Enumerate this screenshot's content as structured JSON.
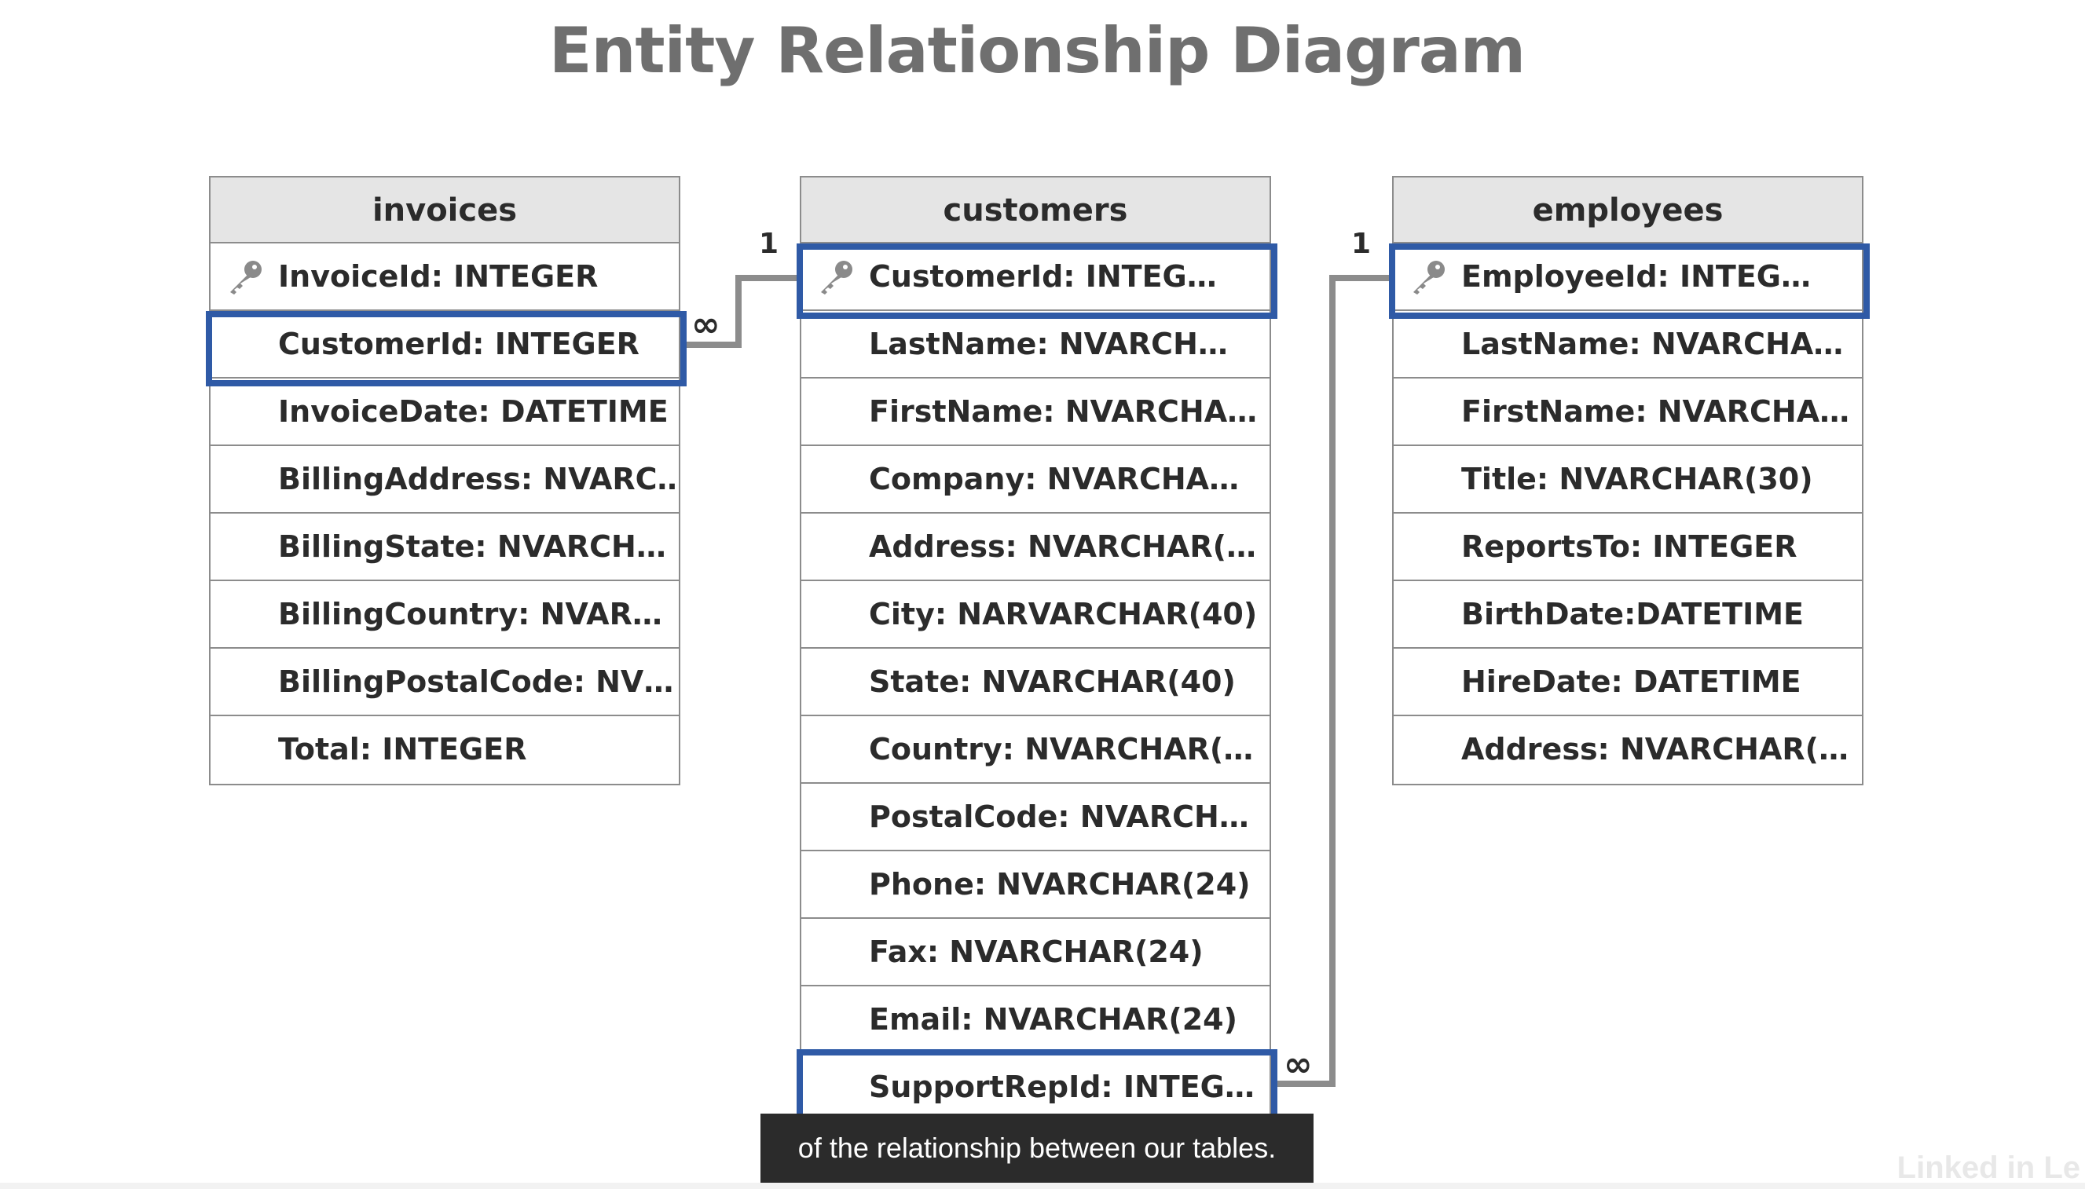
{
  "title": "Entity Relationship Diagram",
  "tables": {
    "invoices": {
      "name": "invoices",
      "rows": [
        "InvoiceId: INTEGER",
        "CustomerId: INTEGER",
        "InvoiceDate: DATETIME",
        "BillingAddress: NVARC…",
        "BillingState: NVARCH…",
        "BillingCountry: NVAR…",
        "BillingPostalCode: NV…",
        "Total: INTEGER"
      ]
    },
    "customers": {
      "name": "customers",
      "rows": [
        "CustomerId: INTEG…",
        "LastName: NVARCH…",
        "FirstName: NVARCHA…",
        "Company: NVARCHA…",
        "Address: NVARCHAR(…",
        "City: NARVARCHAR(40)",
        "State: NVARCHAR(40)",
        "Country: NVARCHAR(…",
        "PostalCode: NVARCH…",
        "Phone: NVARCHAR(24)",
        "Fax: NVARCHAR(24)",
        "Email: NVARCHAR(24)",
        "SupportRepId: INTEG…"
      ]
    },
    "employees": {
      "name": "employees",
      "rows": [
        "EmployeeId: INTEG…",
        "LastName: NVARCHA…",
        "FirstName: NVARCHA…",
        "Title: NVARCHAR(30)",
        "ReportsTo: INTEGER",
        "BirthDate:DATETIME",
        "HireDate: DATETIME",
        "Address: NVARCHAR(…"
      ]
    }
  },
  "relationships": {
    "invoices_customers": {
      "one": "1",
      "many": "∞"
    },
    "customers_employees": {
      "one": "1",
      "many": "∞"
    }
  },
  "caption": "of the relationship between our tables.",
  "watermark": "Linked in Le",
  "colors": {
    "highlight": "#2f5aa6",
    "header_bg": "#e5e5e5",
    "connector": "#8c8c8c",
    "title": "#6f6f6f"
  },
  "icons": {
    "primary_key": "key-icon"
  }
}
